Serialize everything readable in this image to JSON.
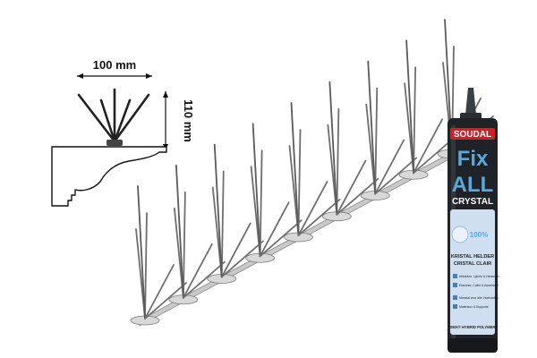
{
  "dimensions": {
    "width_label": "100 mm",
    "height_label": "110 mm"
  },
  "product": {
    "brand": "SOUDAL",
    "name_line1": "Fix",
    "name_line2": "ALL",
    "variant": "CRYSTAL",
    "badge": "100%",
    "desc_line1": "KRISTAL HELDER",
    "desc_line2": "CRISTAL CLAIR",
    "features": [
      "Afdichten, Lijmen & Herstellen",
      "Etancher, Coller & Assembler",
      "Meestal voor alle Vloeistoffen",
      "Matériaux & Supports"
    ],
    "tech": "SMX® HYBRID POLYMER"
  },
  "colors": {
    "steel": "#6e6e6e",
    "base": "#c9c9c9",
    "tube": "#1f2226",
    "tube_panel": "#cfdff0",
    "brand_red": "#d21f26",
    "fix_blue": "#5aa9de"
  }
}
